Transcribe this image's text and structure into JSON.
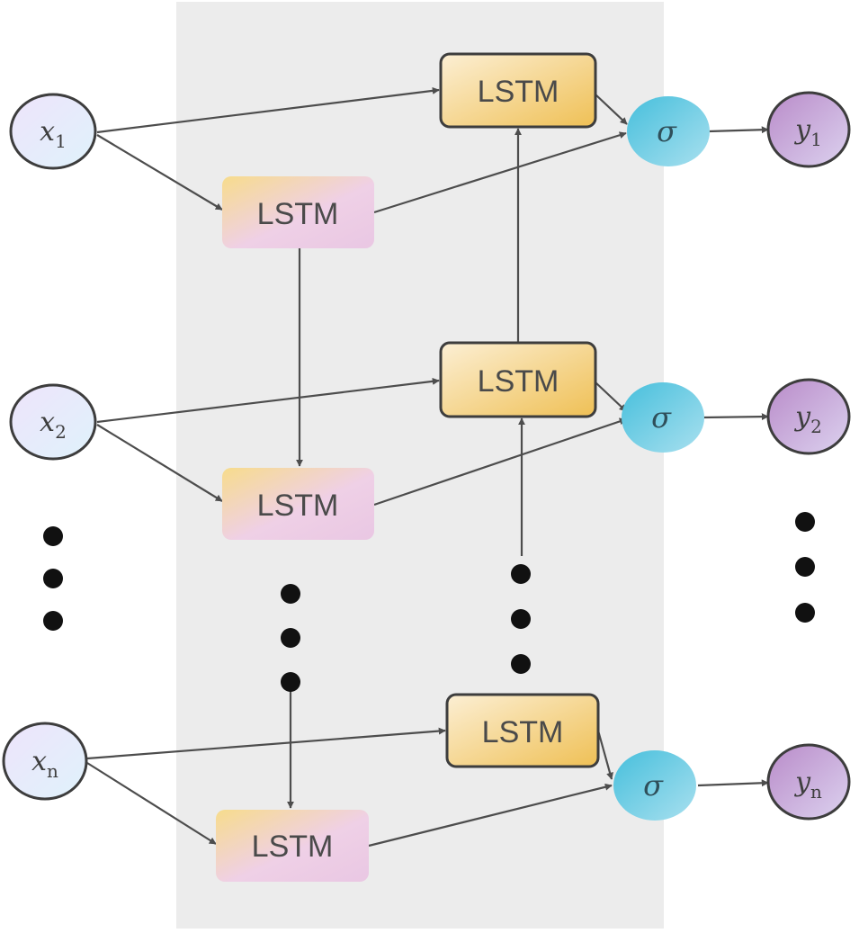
{
  "nodes": {
    "lstm_label": "LSTM",
    "sigma_symbol": "σ",
    "inputs": [
      {
        "var": "x",
        "sub": "1"
      },
      {
        "var": "x",
        "sub": "2"
      },
      {
        "var": "x",
        "sub": "n"
      }
    ],
    "outputs": [
      {
        "var": "y",
        "sub": "1"
      },
      {
        "var": "y",
        "sub": "2"
      },
      {
        "var": "y",
        "sub": "n"
      }
    ]
  },
  "colors": {
    "panel": "#ececec",
    "forward_lstm_start": "#f7dc8c",
    "forward_lstm_end": "#efd0e6",
    "backward_lstm_start": "#fbe8c4",
    "backward_lstm_end": "#f0c35e",
    "backward_lstm_border": "#3d3d3d",
    "sigma_fill": "#5cc6de",
    "input_fill": "#e8ecfb",
    "output_fill": "#c8a8d6",
    "node_border": "#3d3d3d",
    "edge": "#4d4d4d"
  }
}
